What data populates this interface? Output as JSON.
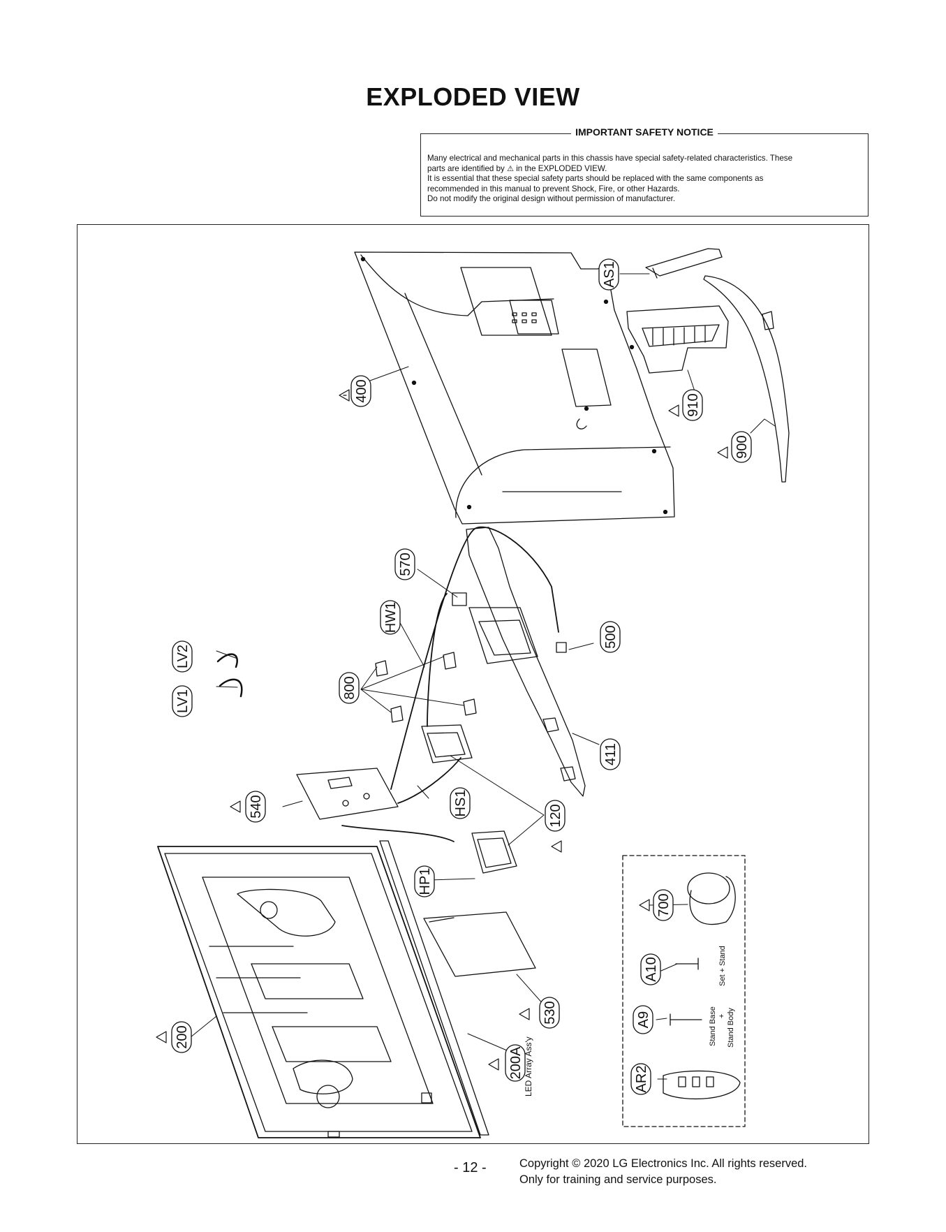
{
  "title": "EXPLODED VIEW",
  "notice": {
    "heading": "IMPORTANT SAFETY NOTICE",
    "line1": "Many electrical and mechanical parts in this chassis have special safety-related characteristics. These",
    "line2a": "parts are identified by",
    "line2b": "in the EXPLODED VIEW.",
    "line3": "It is essential that these special safety parts should be replaced with the same components as",
    "line4": "recommended in this manual to prevent Shock, Fire, or other Hazards.",
    "line5": "Do not modify the original design without permission of manufacturer."
  },
  "callouts": {
    "AS1": "AS1",
    "p400": "400",
    "p910": "910",
    "p900": "900",
    "p570": "570",
    "HW1": "HW1",
    "LV2": "LV2",
    "LV1": "LV1",
    "p500": "500",
    "p800": "800",
    "p411": "411",
    "p540": "540",
    "HS1": "HS1",
    "p120": "120",
    "HP1": "HP1",
    "p700": "700",
    "A10": "A10",
    "A9": "A9",
    "AR2": "AR2",
    "p530": "530",
    "p200A": "200A",
    "p200": "200"
  },
  "labels": {
    "led_array": "LED Array Ass'y",
    "set_stand": "Set + Stand",
    "stand_base": "Stand Base",
    "plus": "+",
    "stand_body": "Stand Body"
  },
  "footer": {
    "page": "- 12 -",
    "copyright": "Copyright © 2020 LG Electronics Inc. All rights reserved.",
    "purpose": "Only for training and service purposes."
  }
}
